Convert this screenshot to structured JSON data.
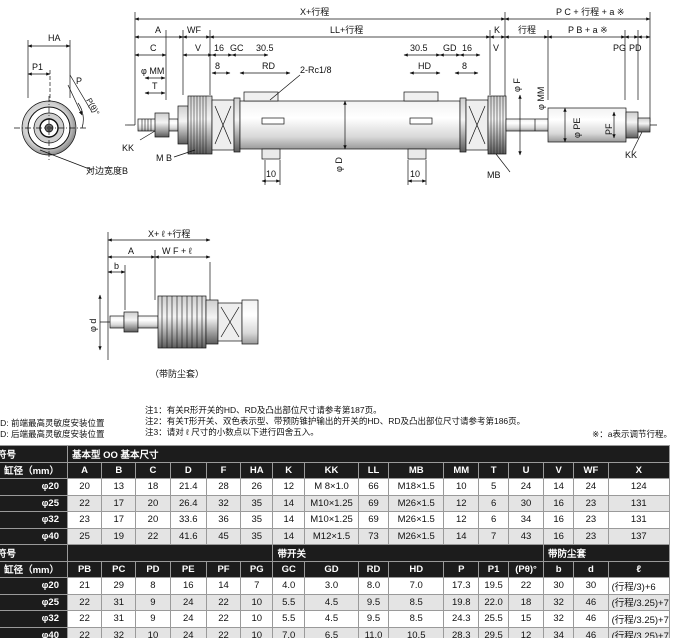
{
  "drawing": {
    "main": {
      "dims": {
        "x_total": "X+行程",
        "pc": "P C + 行程 + a ※",
        "stroke": "行程",
        "pb": "P B + a ※",
        "ll": "LL+行程",
        "a": "A",
        "wf": "WF",
        "c": "C",
        "v": "V",
        "16": "16",
        "gc": "GC",
        "30_5_left": "30.5",
        "30_5_right": "30.5",
        "gd": "GD",
        "16_right": "16",
        "v_right": "V",
        "k": "K",
        "pg": "PG",
        "pd": "PD",
        "mm": "φ MM",
        "t": "T",
        "8_left": "8",
        "rd": "RD",
        "hd": "HD",
        "8_right": "8",
        "port": "2-Rc1/8",
        "phi_f": "φ F",
        "phi_mm_right": "φ MM",
        "phi_pe": "φ PE",
        "pf": "PF",
        "kk_left": "KK",
        "mb_left": "M B",
        "10_left": "10",
        "phi_d": "φ D",
        "10_right": "10",
        "mb_right": "MB",
        "kk_right": "KK"
      }
    },
    "end_view": {
      "ha": "HA",
      "p1": "P1",
      "p": "P",
      "p_theta": "P(θ)°",
      "across_flats": "对边宽度B"
    },
    "boot_view": {
      "x_l": "X+ ℓ +行程",
      "a": "A",
      "b": "b",
      "wf_l": "W F + ℓ",
      "phi_d": "φ d",
      "caption": "（带防尘套）"
    }
  },
  "notes": {
    "rd_line": "RD: 前端最高灵敏度安装位置",
    "hd_line": "HD: 后端最高灵敏度安装位置",
    "note1": "注1：有关R形开关的HD、RD及凸出部位尺寸请参考第187页。",
    "note2": "注2：有关T形开关、双色表示型、带预防锥护输出的开关的HD、RD及凸出部位尺寸请参考第186页。",
    "note3": "注3：请对 ℓ 尺寸的小数点以下进行四舍五入。",
    "note_a": "※：a表示调节行程。"
  },
  "table": {
    "basic": {
      "symbol_label": "符号",
      "bore_label": "缸径（mm）",
      "group_label": "基本型 OO 基本尺寸",
      "columns": [
        "A",
        "B",
        "C",
        "D",
        "F",
        "HA",
        "K",
        "KK",
        "LL",
        "MB",
        "MM",
        "T",
        "U",
        "V",
        "WF",
        "X"
      ],
      "rows": [
        {
          "bore": "φ20",
          "cells": [
            "20",
            "13",
            "18",
            "21.4",
            "28",
            "26",
            "12",
            "M 8×1.0",
            "66",
            "M18×1.5",
            "10",
            "5",
            "24",
            "14",
            "24",
            "124"
          ]
        },
        {
          "bore": "φ25",
          "cells": [
            "22",
            "17",
            "20",
            "26.4",
            "32",
            "35",
            "14",
            "M10×1.25",
            "69",
            "M26×1.5",
            "12",
            "6",
            "30",
            "16",
            "23",
            "131"
          ]
        },
        {
          "bore": "φ32",
          "cells": [
            "23",
            "17",
            "20",
            "33.6",
            "36",
            "35",
            "14",
            "M10×1.25",
            "69",
            "M26×1.5",
            "12",
            "6",
            "34",
            "16",
            "23",
            "131"
          ]
        },
        {
          "bore": "φ40",
          "cells": [
            "25",
            "19",
            "22",
            "41.6",
            "45",
            "35",
            "14",
            "M12×1.5",
            "73",
            "M26×1.5",
            "14",
            "7",
            "43",
            "16",
            "23",
            "137"
          ]
        }
      ]
    },
    "second": {
      "symbol_label": "符号",
      "bore_label": "缸径（mm）",
      "switch_group": "带开关",
      "boot_group": "带防尘套",
      "columns": [
        "PB",
        "PC",
        "PD",
        "PE",
        "PF",
        "PG",
        "GC",
        "GD",
        "RD",
        "HD",
        "P",
        "P1",
        "(Pθ)°",
        "b",
        "d",
        "ℓ"
      ],
      "rows": [
        {
          "bore": "φ20",
          "cells": [
            "21",
            "29",
            "8",
            "16",
            "14",
            "7",
            "4.0",
            "3.0",
            "8.0",
            "7.0",
            "17.3",
            "19.5",
            "22",
            "30",
            "30",
            "(行程/3)+6"
          ]
        },
        {
          "bore": "φ25",
          "cells": [
            "22",
            "31",
            "9",
            "24",
            "22",
            "10",
            "5.5",
            "4.5",
            "9.5",
            "8.5",
            "19.8",
            "22.0",
            "18",
            "32",
            "46",
            "(行程/3.25)+7"
          ]
        },
        {
          "bore": "φ32",
          "cells": [
            "22",
            "31",
            "9",
            "24",
            "22",
            "10",
            "5.5",
            "4.5",
            "9.5",
            "8.5",
            "24.3",
            "25.5",
            "15",
            "32",
            "46",
            "(行程/3.25)+7"
          ]
        },
        {
          "bore": "φ40",
          "cells": [
            "22",
            "32",
            "10",
            "24",
            "22",
            "10",
            "7.0",
            "6.5",
            "11.0",
            "10.5",
            "28.3",
            "29.5",
            "12",
            "34",
            "46",
            "(行程/3.25)+7"
          ]
        }
      ]
    }
  }
}
